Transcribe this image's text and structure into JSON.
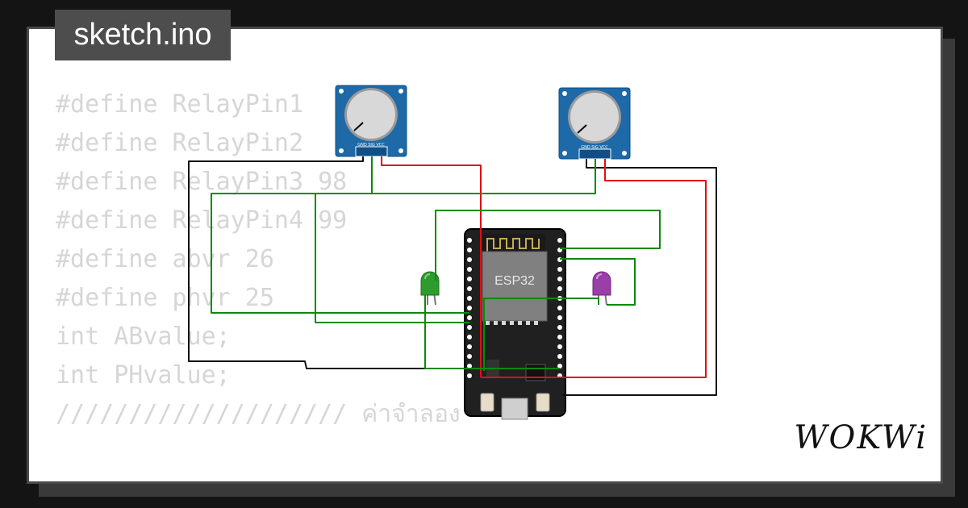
{
  "tab": {
    "filename": "sketch.ino"
  },
  "code": {
    "lines": [
      "#define RelayPin1",
      "#define RelayPin2",
      "#define RelayPin3 98",
      "#define RelayPin4 99",
      "#define abvr 26",
      "#define phvr 25",
      "int ABvalue;",
      "int PHvalue;",
      "//////////////////// ค่าจำลอง",
      ""
    ]
  },
  "board": {
    "label": "ESP32"
  },
  "potentiometers": {
    "left": {
      "pins": "GND SIG VCC"
    },
    "right": {
      "pins": "GND SIG VCC"
    }
  },
  "leds": {
    "left": {
      "color": "#2e9b2e"
    },
    "right": {
      "color": "#9a3ea8"
    }
  },
  "wires": {
    "red": "#e01010",
    "green": "#0a8a0a",
    "black": "#111111"
  },
  "brand": {
    "logo": "WOKWi"
  }
}
